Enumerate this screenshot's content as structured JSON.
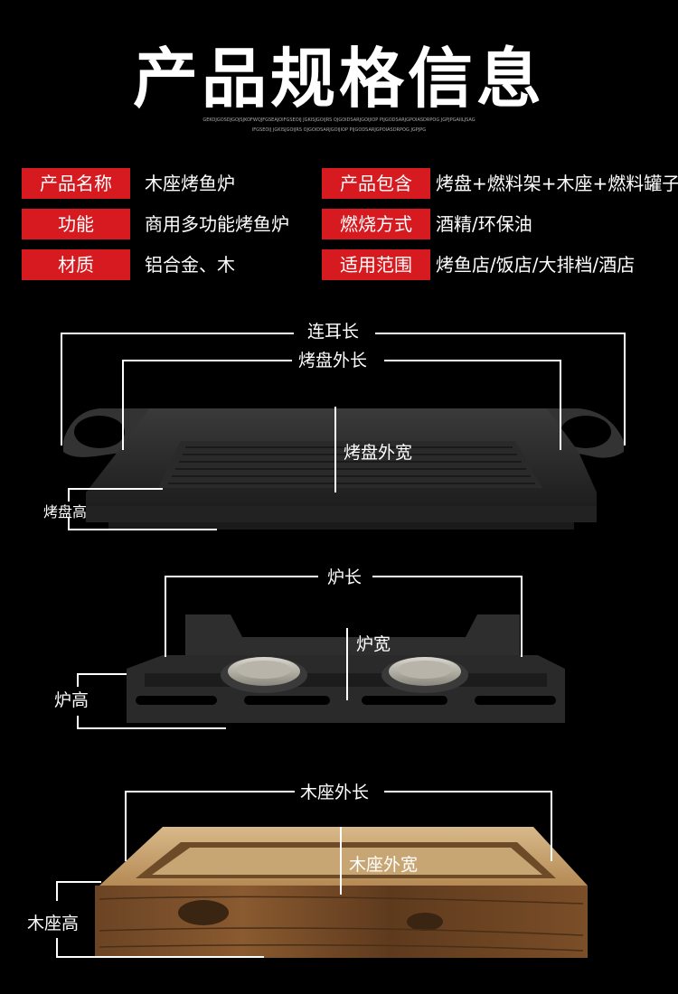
{
  "header": {
    "title": "产品规格信息",
    "subtitle_line1": "GEKOJGOSDJGOJSJKOFWQJFGSEAJOIFGSEOIJ JGKISJGOIJRS OJGOIDSARJGOIJIOP PIJGODSARJGPOIASDRPOG JGPJPGAIILJSAG",
    "subtitle_line2": "IFGSEOIJ JGKISJGOIJRS OJGOIDSARJGOIJIOP PIJGODSARJGPOIASDRPOG JGPJPG"
  },
  "specs": {
    "left": [
      {
        "label": "产品名称",
        "value": "木座烤鱼炉"
      },
      {
        "label": "功能",
        "value": "商用多功能烤鱼炉"
      },
      {
        "label": "材质",
        "value": "铝合金、木"
      }
    ],
    "right": [
      {
        "label": "产品包含",
        "value": "烤盘+燃料架+木座+燃料罐子"
      },
      {
        "label": "燃烧方式",
        "value": "酒精/环保油"
      },
      {
        "label": "适用范围",
        "value": "烤鱼店/饭店/大排档/酒店"
      }
    ]
  },
  "dimensions": {
    "tray": {
      "length_with_handles": "连耳长",
      "outer_length": "烤盘外长",
      "outer_width": "烤盘外宽",
      "height": "烤盘高"
    },
    "stove": {
      "length": "炉长",
      "width": "炉宽",
      "height": "炉高"
    },
    "base": {
      "outer_length": "木座外长",
      "outer_width": "木座外宽",
      "height": "木座高"
    }
  },
  "colors": {
    "accent": "#d71a20",
    "background": "#000000"
  }
}
